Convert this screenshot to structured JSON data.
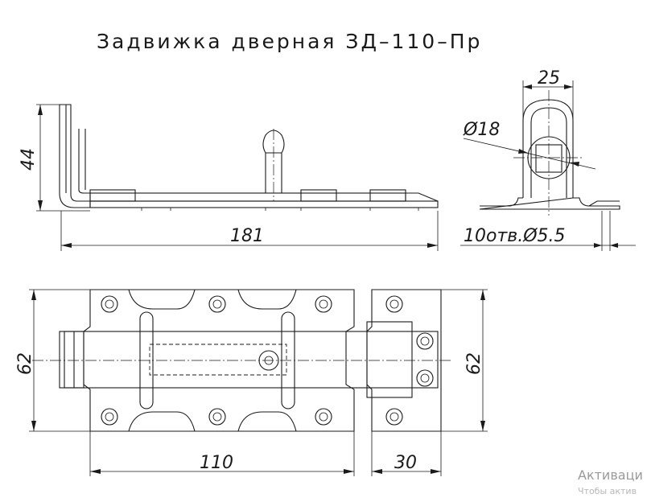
{
  "title": "Задвижка дверная ЗД–110–Пр",
  "dimensions": {
    "height_side": "44",
    "length_total": "181",
    "width_end": "25",
    "diameter_hole": "Ø18",
    "mounting_holes": "10отв.Ø5.5",
    "height_plan_left": "62",
    "height_plan_right": "62",
    "length_plate": "110",
    "length_keeper": "30"
  },
  "watermark": {
    "line1": "Активаци",
    "line2": "Чтобы актив"
  }
}
